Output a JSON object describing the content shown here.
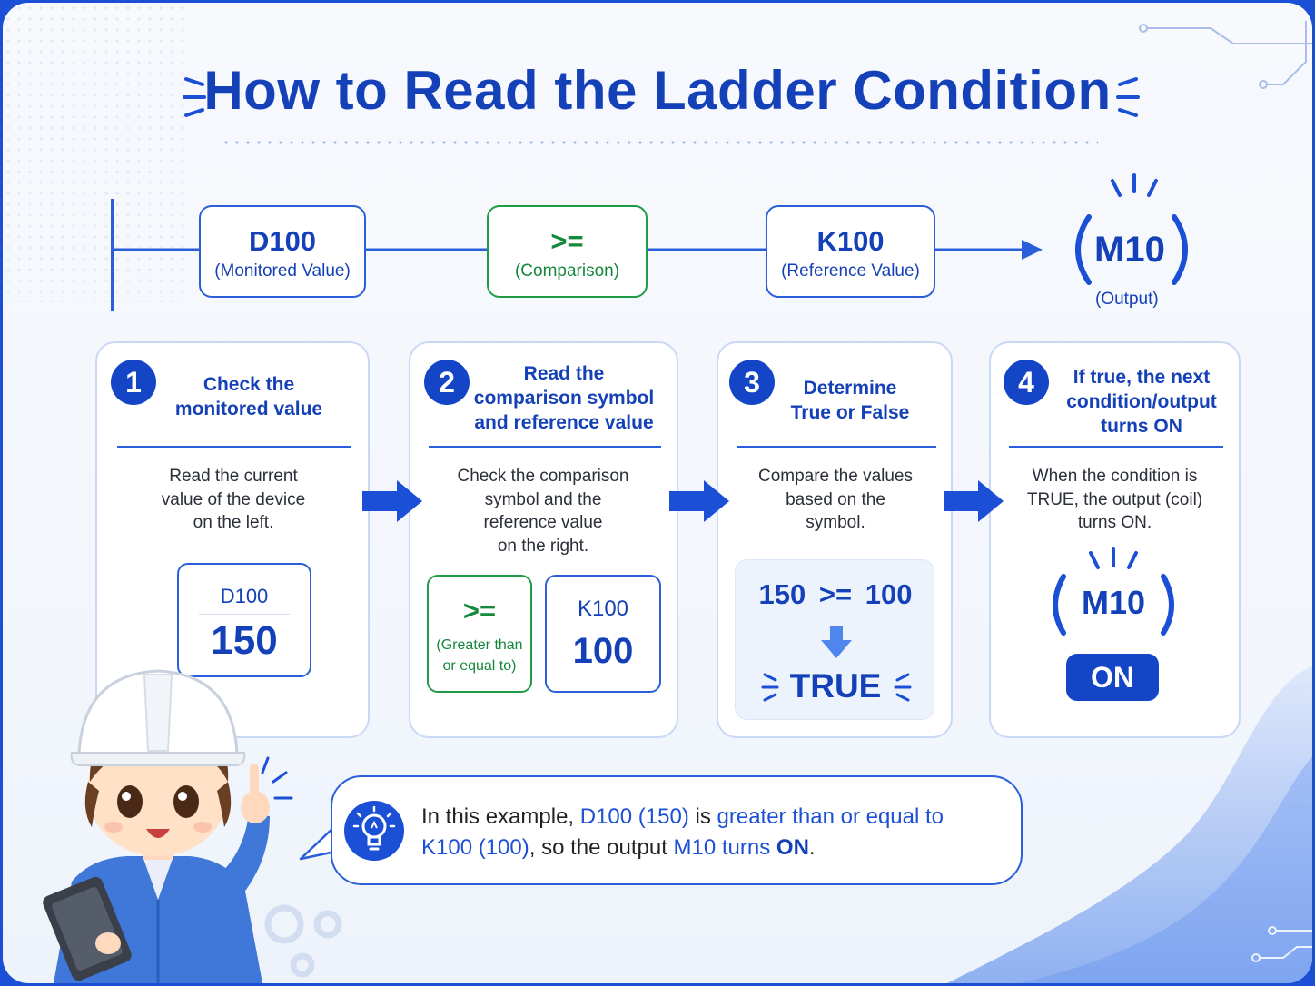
{
  "title": "How to Read the Ladder Condition",
  "ladder": {
    "monitored": {
      "main": "D100",
      "sub": "(Monitored Value)"
    },
    "comparison": {
      "main": ">=",
      "sub": "(Comparison)"
    },
    "reference": {
      "main": "K100",
      "sub": "(Reference Value)"
    },
    "output": {
      "main": "M10",
      "sub": "(Output)"
    }
  },
  "steps": [
    {
      "number": "1",
      "heading_lines": [
        "Check the",
        "monitored value"
      ],
      "body_lines": [
        "Read the current",
        "value of the device",
        "on the left."
      ],
      "device": {
        "label": "D100",
        "value": "150"
      }
    },
    {
      "number": "2",
      "heading_lines": [
        "Read the",
        "comparison symbol",
        "and reference value"
      ],
      "body_lines": [
        "Check the comparison",
        "symbol and the",
        "reference value",
        "on the right."
      ],
      "symbol": {
        "label": ">=",
        "caption_lines": [
          "(Greater than",
          "or equal to)"
        ]
      },
      "reference": {
        "label": "K100",
        "value": "100"
      }
    },
    {
      "number": "3",
      "heading_lines": [
        "Determine",
        "True or False"
      ],
      "body_lines": [
        "Compare the values",
        "based on the",
        "symbol."
      ],
      "expression": {
        "left": "150",
        "op": ">=",
        "right": "100"
      },
      "result": "TRUE"
    },
    {
      "number": "4",
      "heading_lines": [
        "If true, the next",
        "condition/output",
        "turns ON"
      ],
      "body_lines": [
        "When the condition is",
        "TRUE, the output (coil)",
        "turns ON."
      ],
      "coil": "M10",
      "state": "ON"
    }
  ],
  "summary": {
    "p1": "In this example, ",
    "p2": "D100 (150)",
    "p3": " is ",
    "p4": "greater than or equal to",
    "p5": "K100 (100)",
    "p6": ", so the  output ",
    "p7": "M10 turns ",
    "p8": "ON",
    "p9": "."
  },
  "colors": {
    "primary": "#1445c6",
    "accent": "#1a4fd6",
    "green": "#1f9a45",
    "text": "#2b2f3a"
  },
  "icons": [
    "lightbulb-icon",
    "arrow-right-icon",
    "arrow-down-icon",
    "gear-icon",
    "engineer-character"
  ]
}
